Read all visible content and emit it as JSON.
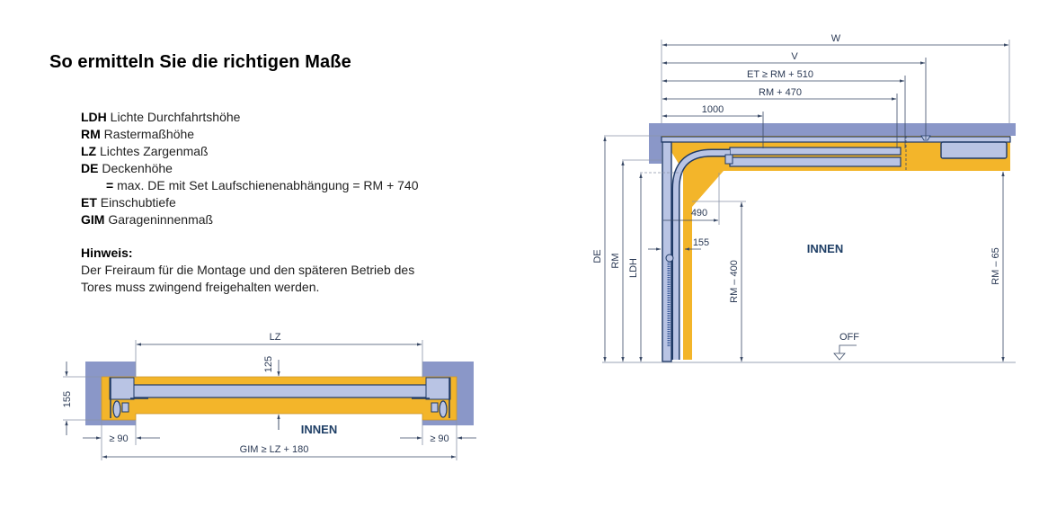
{
  "header": {
    "title": "So ermitteln Sie die richtigen Maße"
  },
  "legend": {
    "items": [
      {
        "abbr": "LDH",
        "text": "Lichte Durchfahrtshöhe"
      },
      {
        "abbr": "RM",
        "text": "Rastermaßhöhe"
      },
      {
        "abbr": "LZ",
        "text": "Lichtes Zargenmaß"
      },
      {
        "abbr": "DE",
        "text": "Deckenhöhe"
      },
      {
        "abbr": "=",
        "text": "max. DE mit Set Laufschienenabhängung = RM + 740"
      },
      {
        "abbr": "ET",
        "text": "Einschubtiefe"
      },
      {
        "abbr": "GIM",
        "text": "Garageninnenmaß"
      }
    ]
  },
  "note": {
    "heading": "Hinweis:",
    "line1": "Der Freiraum für die Montage und den späteren Betrieb des",
    "line2": "Tores muss zwingend freigehalten werden."
  },
  "plan_view": {
    "dim_lz": "LZ",
    "dim_125": "125",
    "dim_155": "155",
    "label_innen": "INNEN",
    "dim_left_90": "≥ 90",
    "dim_right_90": "≥ 90",
    "dim_gim": "GIM ≥ LZ + 180"
  },
  "section_view": {
    "dim_w": "W",
    "dim_v": "V",
    "dim_et": "ET ≥ RM + 510",
    "dim_rm470": "RM + 470",
    "dim_1000": "1000",
    "dim_490": "490",
    "dim_155": "155",
    "dim_de": "DE",
    "dim_rm": "RM",
    "dim_ldh": "LDH",
    "dim_rm400": "RM – 400",
    "dim_rm65": "RM – 65",
    "label_innen": "INNEN",
    "label_off": "OFF"
  },
  "colors": {
    "wall": "#8a97c8",
    "insulation": "#f3b52a",
    "track": "#b9c4e4",
    "line": "#1f3a66",
    "dim": "#3a4a66"
  }
}
